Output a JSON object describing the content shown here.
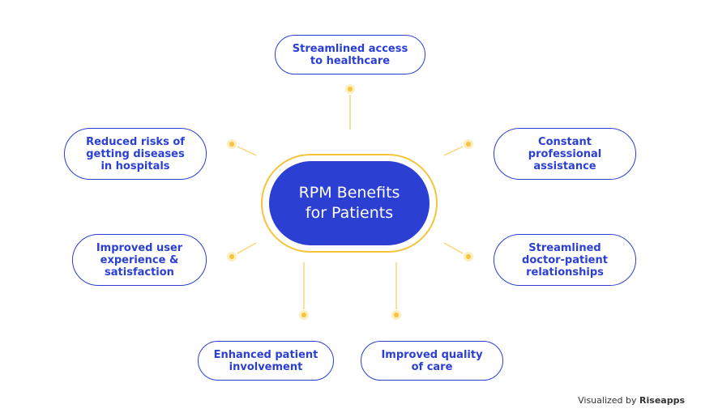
{
  "center": {
    "line1": "RPM Benefits",
    "line2": "for Patients"
  },
  "nodes": [
    {
      "lines": [
        "Streamlined access",
        "to healthcare"
      ]
    },
    {
      "lines": [
        "Reduced risks of",
        "getting diseases",
        "in hospitals"
      ]
    },
    {
      "lines": [
        "Constant",
        "professional",
        "assistance"
      ]
    },
    {
      "lines": [
        "Improved user",
        "experience &",
        "satisfaction"
      ]
    },
    {
      "lines": [
        "Streamlined",
        "doctor-patient",
        "relationships"
      ]
    },
    {
      "lines": [
        "Enhanced patient",
        "involvement"
      ]
    },
    {
      "lines": [
        "Improved quality",
        "of care"
      ]
    }
  ],
  "colors": {
    "primary": "#2b3fd3",
    "accent": "#f5c33c"
  },
  "credit": {
    "prefix": "Visualized by",
    "brand": "Riseapps"
  }
}
